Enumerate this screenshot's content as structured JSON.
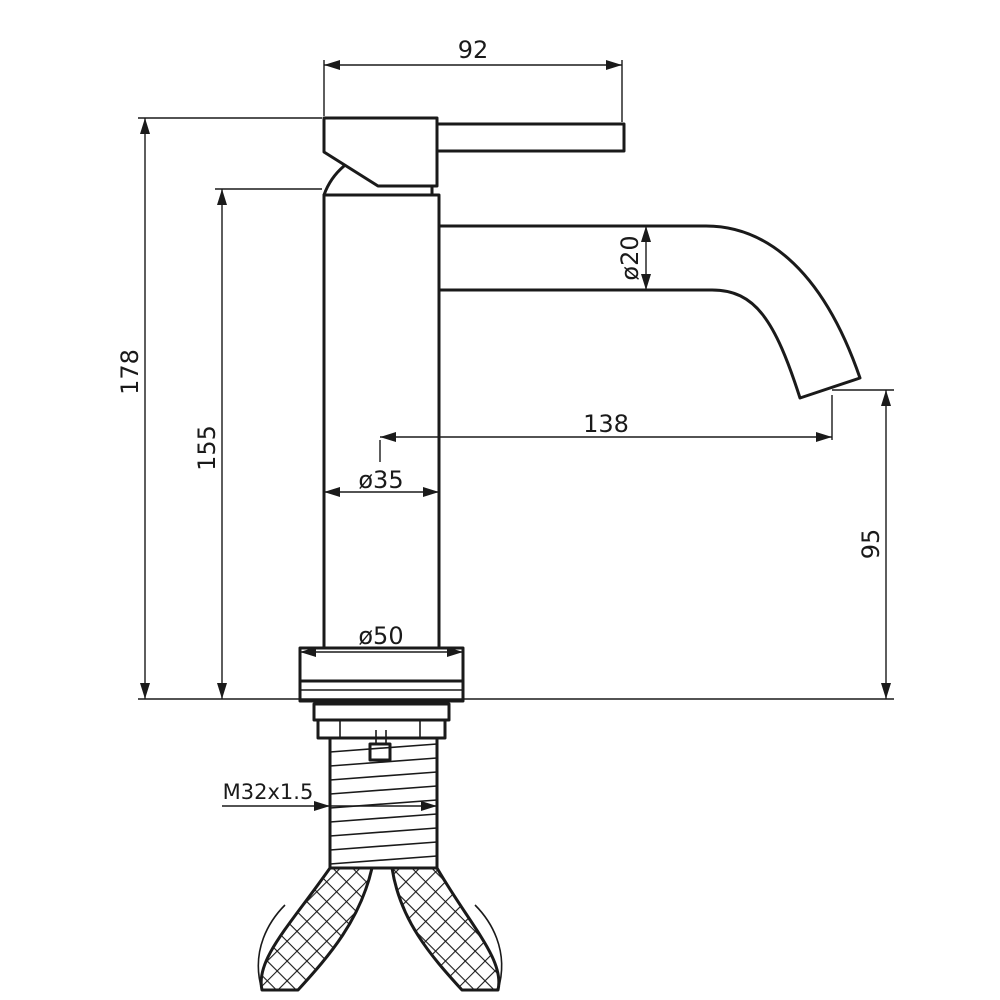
{
  "dimensions": {
    "handle_width": "92",
    "total_height": "178",
    "body_height": "155",
    "spout_diameter": "ø20",
    "spout_reach": "138",
    "body_diameter": "ø35",
    "base_diameter": "ø50",
    "spout_clearance": "95"
  },
  "thread": {
    "label": "M32x1.5"
  }
}
